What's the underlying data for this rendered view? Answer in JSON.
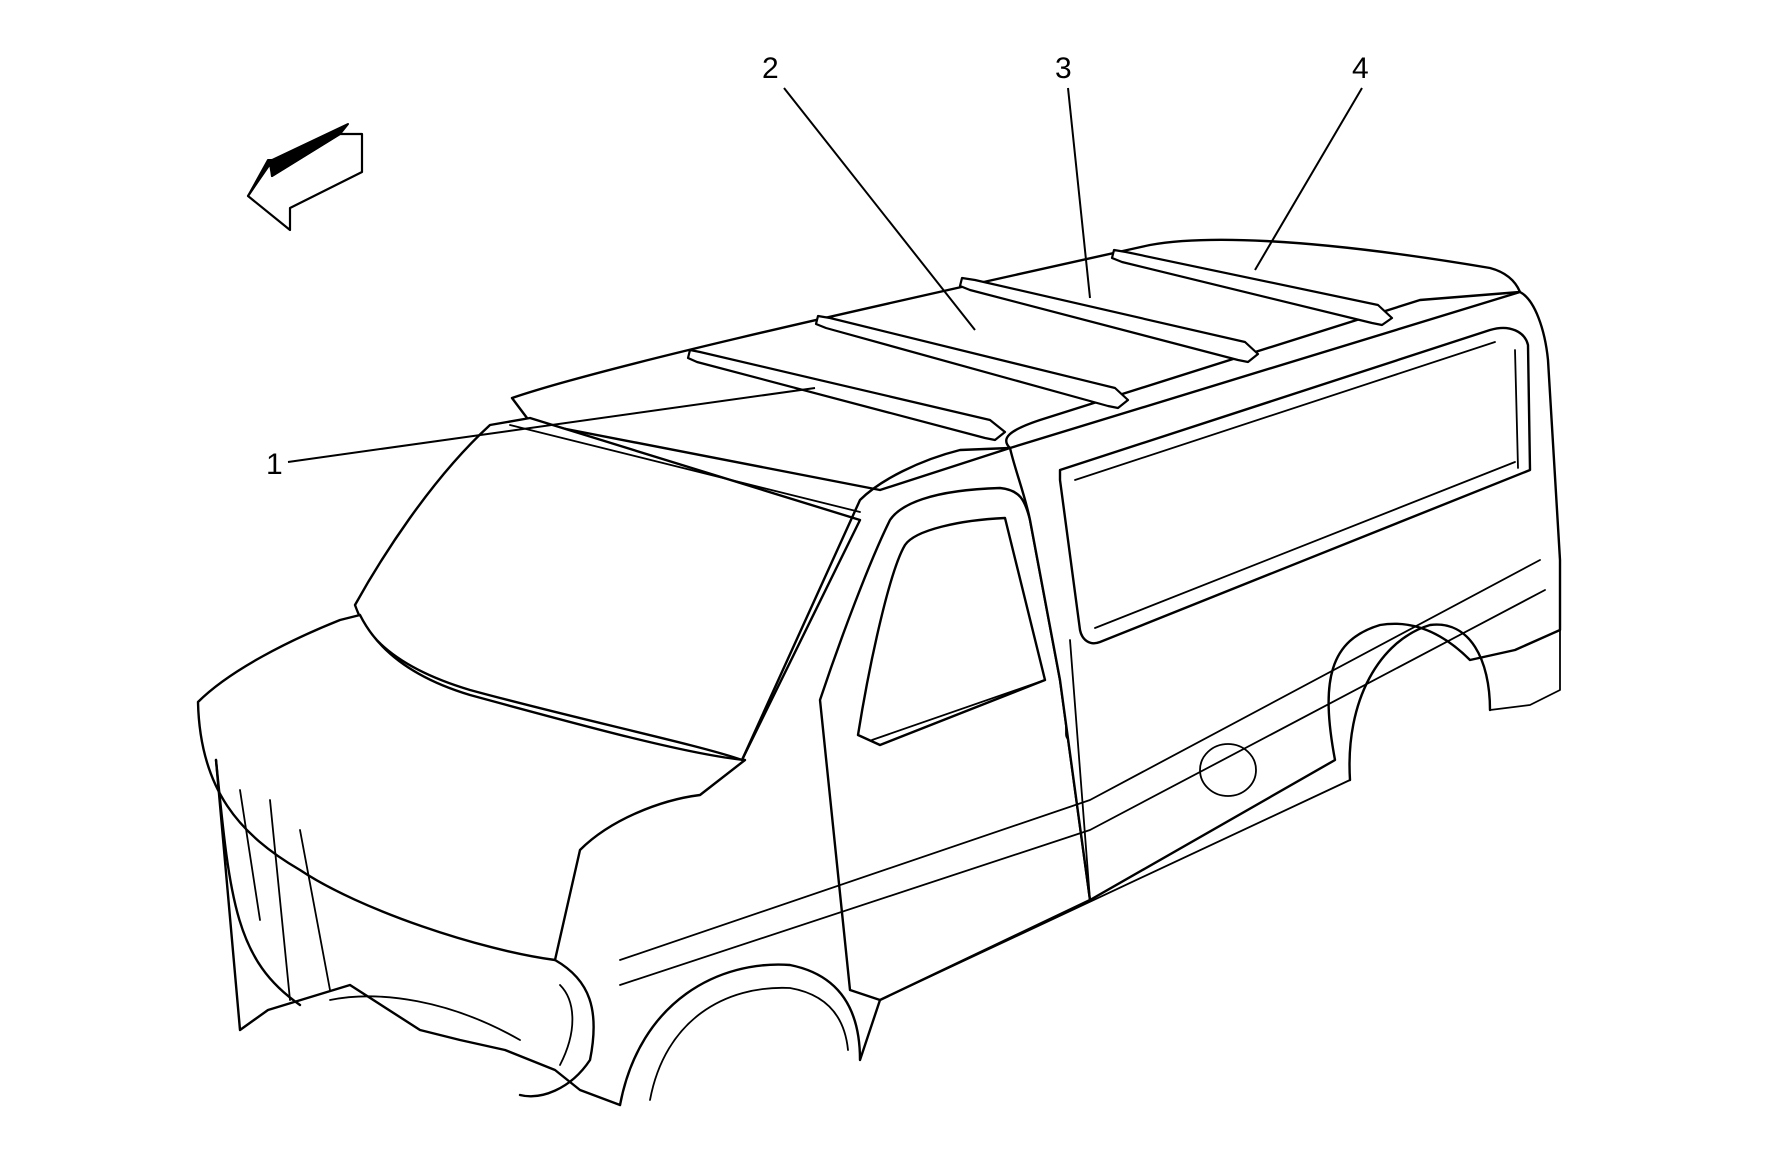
{
  "diagram": {
    "view_direction": "front",
    "direction_arrow_icon": "arrow-pointing-forward-left-icon",
    "callouts": [
      {
        "id": "1",
        "label": "1"
      },
      {
        "id": "2",
        "label": "2"
      },
      {
        "id": "3",
        "label": "3"
      },
      {
        "id": "4",
        "label": "4"
      }
    ]
  }
}
